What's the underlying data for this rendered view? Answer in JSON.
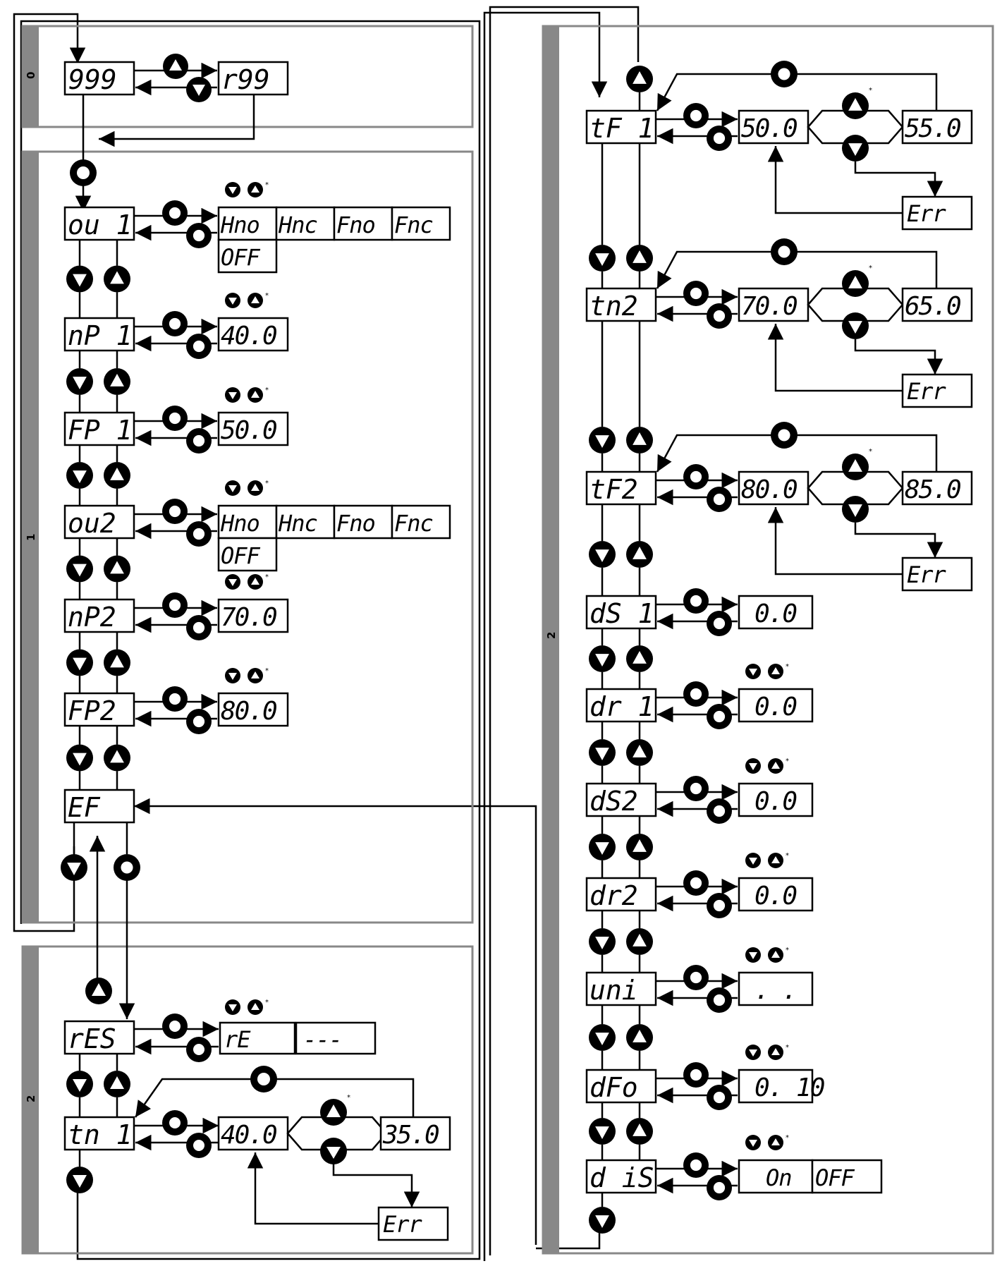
{
  "levels": {
    "level0": "0",
    "level1": "1",
    "level2_left": "2",
    "level2_right": "2"
  },
  "level0": {
    "main": "999",
    "alt": "r99"
  },
  "level1": {
    "items": [
      {
        "code": "ou 1",
        "options": [
          "Hno",
          "Hnc",
          "Fno",
          "Fnc",
          "OFF"
        ]
      },
      {
        "code": "nP 1",
        "value": "40.0"
      },
      {
        "code": "FP 1",
        "value": "50.0"
      },
      {
        "code": "ou2",
        "options": [
          "Hno",
          "Hnc",
          "Fno",
          "Fnc",
          "OFF"
        ]
      },
      {
        "code": "nP2",
        "value": "70.0"
      },
      {
        "code": "FP2",
        "value": "80.0"
      },
      {
        "code": "EF"
      }
    ]
  },
  "level2_left": {
    "res": {
      "code": "rES",
      "options": [
        "rE",
        "---"
      ]
    },
    "tn1": {
      "code": "tn 1",
      "value": "40.0",
      "alt": "35.0",
      "error": "Err"
    }
  },
  "level2_right": {
    "temp_items": [
      {
        "code": "tF 1",
        "value": "50.0",
        "alt": "55.0",
        "error": "Err"
      },
      {
        "code": "tn2",
        "value": "70.0",
        "alt": "65.0",
        "error": "Err"
      },
      {
        "code": "tF2",
        "value": "80.0",
        "alt": "85.0",
        "error": "Err"
      }
    ],
    "items": [
      {
        "code": "dS 1",
        "value": "0.0"
      },
      {
        "code": "dr 1",
        "value": "0.0"
      },
      {
        "code": "dS2",
        "value": "0.0"
      },
      {
        "code": "dr2",
        "value": "0.0"
      },
      {
        "code": "uni",
        "value": ". ."
      },
      {
        "code": "dFo",
        "value": "0. 10"
      },
      {
        "code": "d iS",
        "options": [
          "On",
          "OFF"
        ]
      }
    ]
  },
  "marks": {
    "asterisk": "*"
  },
  "icons": {
    "set_button": "circle-set-icon",
    "up_button": "triangle-up-icon",
    "down_button": "triangle-down-icon"
  }
}
